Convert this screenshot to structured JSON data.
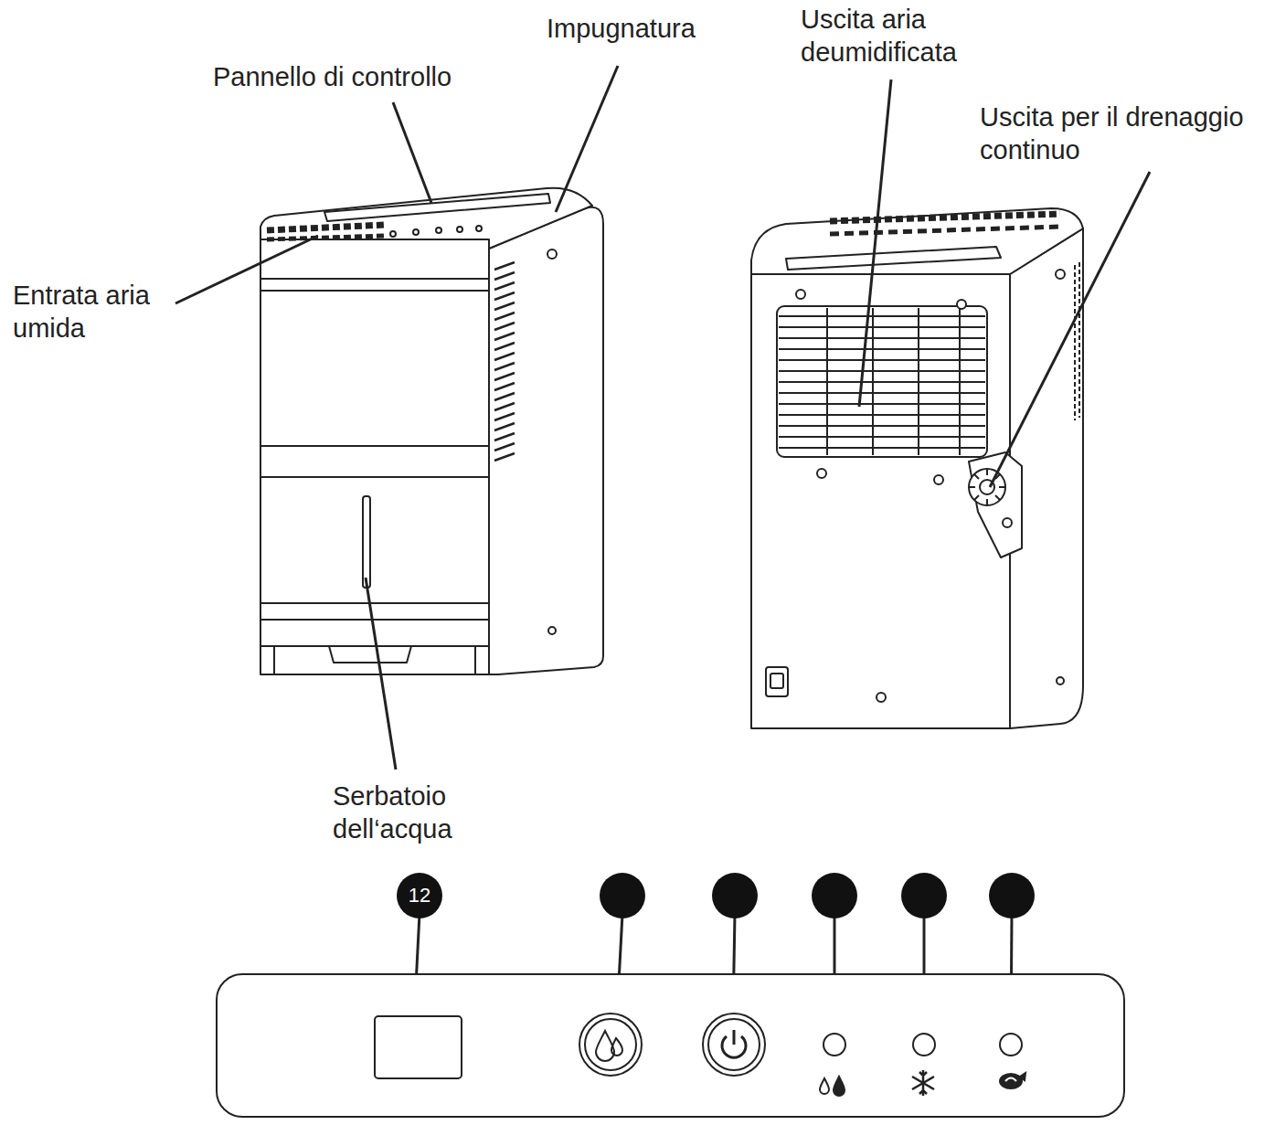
{
  "diagram": {
    "nodes": [
      {
        "text": [
          "12"
        ]
      }
    ],
    "labels": [
      "Uscita aria deumidificata",
      "Impugnatura",
      "Pannello di controllo",
      "Uscita per il drenaggio continuo",
      "Entrata aria umida",
      "Serbatoio dell‘acqua"
    ]
  }
}
